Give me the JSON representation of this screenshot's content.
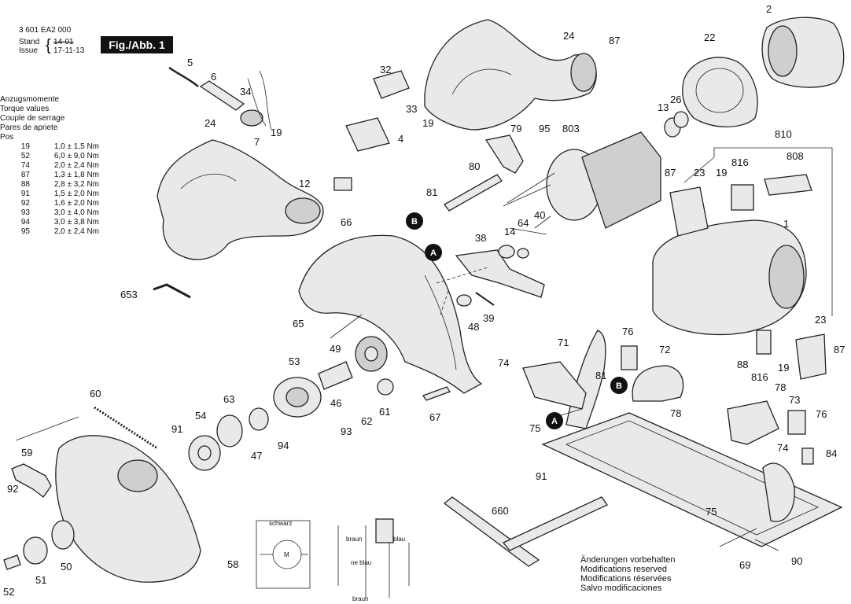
{
  "header": {
    "doc_number": "3 601 EA2 000",
    "stand_label": "Stand",
    "issue_label": "Issue",
    "stand_value": "14-01",
    "issue_value": "17-11-13",
    "figure_label": "Fig./Abb. 1"
  },
  "torque": {
    "titles": [
      "Anzugsmomente",
      "Torque values",
      "Couple de serrage",
      "Pares de apriete",
      "Pos"
    ],
    "rows": [
      {
        "pos": "19",
        "value": "1,0 ± 1,5 Nm"
      },
      {
        "pos": "52",
        "value": "6,0 ± 9,0 Nm"
      },
      {
        "pos": "74",
        "value": "2,0 ± 2,4 Nm"
      },
      {
        "pos": "87",
        "value": "1,3 ± 1,8 Nm"
      },
      {
        "pos": "88",
        "value": "2,8 ± 3,2 Nm"
      },
      {
        "pos": "91",
        "value": "1,5 ± 2,0 Nm"
      },
      {
        "pos": "92",
        "value": "1,6 ± 2,0 Nm"
      },
      {
        "pos": "93",
        "value": "3,0 ± 4,0 Nm"
      },
      {
        "pos": "94",
        "value": "3,0 ± 3,8 Nm"
      },
      {
        "pos": "95",
        "value": "2,0 ± 2,4 Nm"
      }
    ]
  },
  "notes": [
    "Änderungen vorbehalten",
    "Modifications reserved",
    "Modifications réservées",
    "Salvo modificaciones"
  ],
  "markers": {
    "a": "A",
    "b": "B"
  },
  "wiring": {
    "black": "schwarz",
    "brown": "braun",
    "blue": "blau",
    "blue2": "ne blau",
    "motor": "M"
  },
  "labels": {
    "p2": "2",
    "p5": "5",
    "p6": "6",
    "p34": "34",
    "p19a": "19",
    "p7": "7",
    "p24a": "24",
    "p12": "12",
    "p24b": "24",
    "p87a": "87",
    "p22": "22",
    "p32": "32",
    "p33": "33",
    "p19b": "19",
    "p4": "4",
    "p13": "13",
    "p26": "26",
    "p79": "79",
    "p95": "95",
    "p803": "803",
    "p810": "810",
    "p808": "808",
    "p80": "80",
    "p81a": "81",
    "p64": "64",
    "p40": "40",
    "p14": "14",
    "p87b": "87",
    "p23a": "23",
    "p19c": "19",
    "p816a": "816",
    "p66": "66",
    "p38": "38",
    "p1": "1",
    "p653": "653",
    "p65": "65",
    "p48": "48",
    "p39": "39",
    "p49": "49",
    "p53": "53",
    "p71": "71",
    "p76a": "76",
    "p72": "72",
    "p23b": "23",
    "p87c": "87",
    "p74a": "74",
    "p81b": "81",
    "p88": "88",
    "p816b": "816",
    "p19d": "19",
    "p78a": "78",
    "p73": "73",
    "p78b": "78",
    "p76b": "76",
    "p60": "60",
    "p63": "63",
    "p54": "54",
    "p46": "46",
    "p61": "61",
    "p62": "62",
    "p67": "67",
    "p75a": "75",
    "p91a": "91",
    "p47": "47",
    "p94": "94",
    "p93": "93",
    "p59": "59",
    "p92": "92",
    "p74b": "74",
    "p84": "84",
    "p91b": "91",
    "p660": "660",
    "p75b": "75",
    "p58": "58",
    "p50": "50",
    "p51": "51",
    "p52": "52",
    "p69": "69",
    "p90": "90"
  }
}
